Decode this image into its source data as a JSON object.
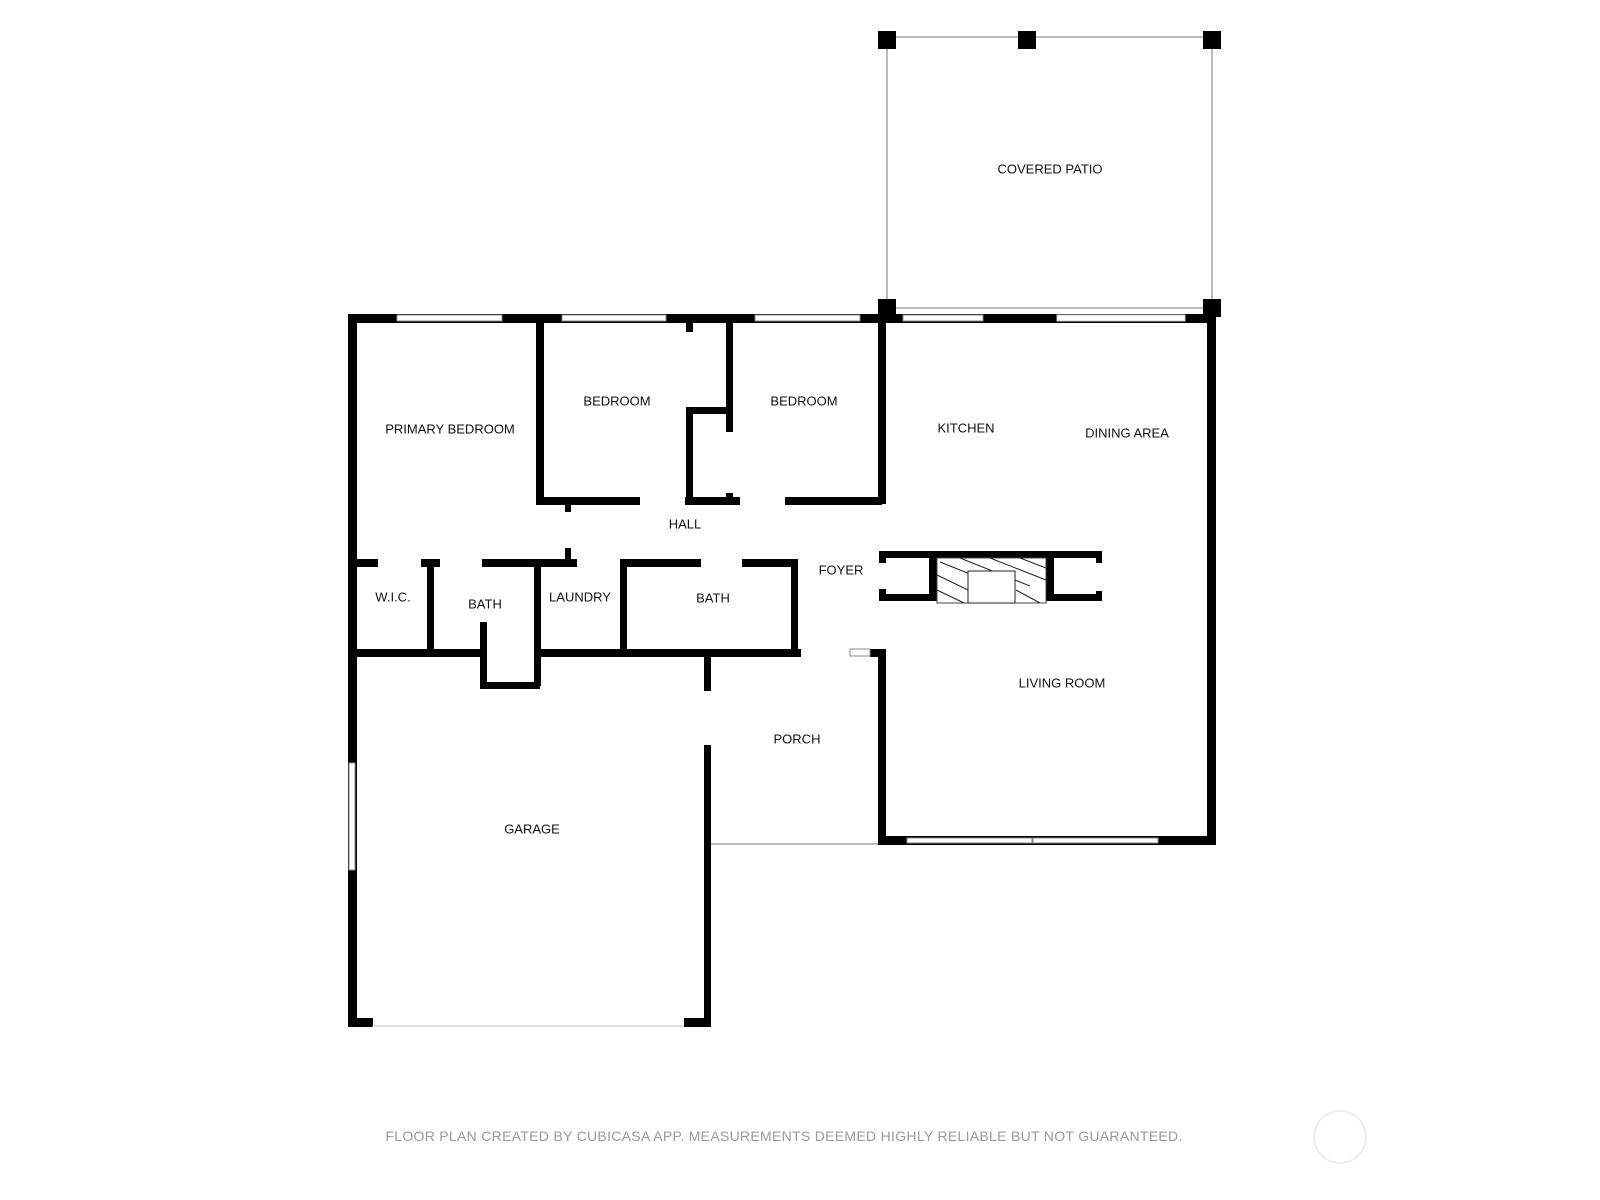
{
  "plan": {
    "rooms": {
      "covered_patio": "COVERED PATIO",
      "primary_bedroom": "PRIMARY BEDROOM",
      "bedroom_1": "BEDROOM",
      "bedroom_2": "BEDROOM",
      "kitchen": "KITCHEN",
      "dining_area": "DINING AREA",
      "hall": "HALL",
      "foyer": "FOYER",
      "wic": "W.I.C.",
      "bath_1": "BATH",
      "laundry": "LAUNDRY",
      "bath_2": "BATH",
      "living_room": "LIVING ROOM",
      "porch": "PORCH",
      "garage": "GARAGE"
    }
  },
  "footer": {
    "disclaimer": "FLOOR PLAN CREATED BY CUBICASA APP. MEASUREMENTS DEEMED HIGHLY RELIABLE BUT NOT GUARANTEED."
  },
  "colors": {
    "wall": "#000000",
    "footer_text": "#9a9a9a"
  }
}
